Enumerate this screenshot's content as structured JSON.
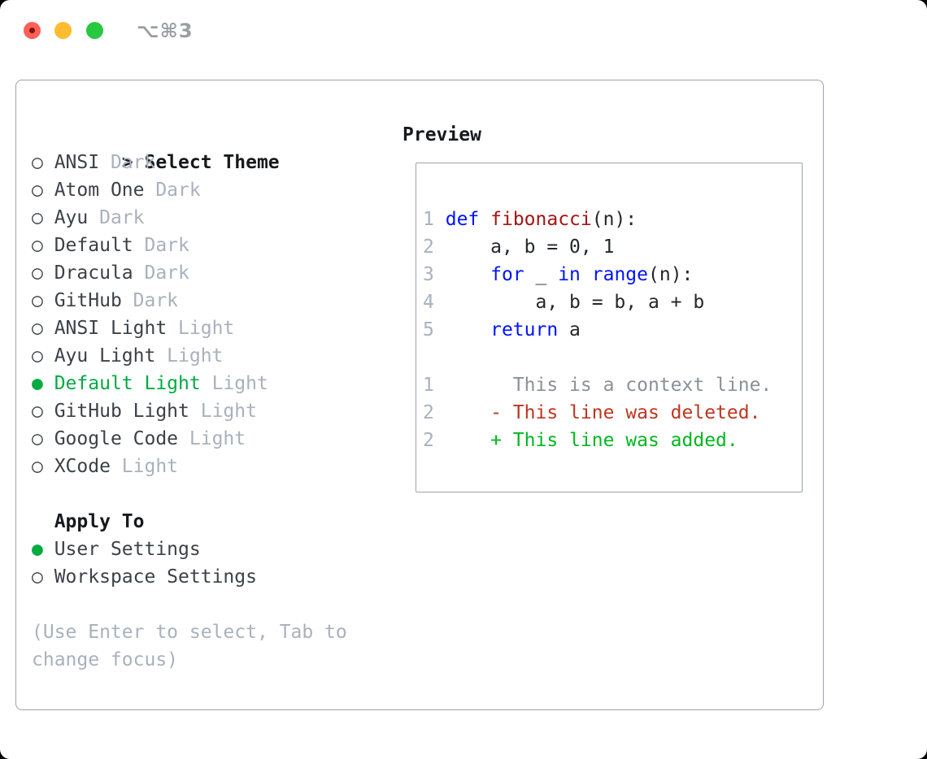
{
  "window": {
    "title": "⌥⌘3"
  },
  "icons": {
    "prompt": ">",
    "radio_unselected": "○",
    "radio_selected": "●",
    "close_button": "red-circle",
    "minimize_button": "yellow-circle",
    "zoom_button": "green-circle"
  },
  "theme_list": {
    "header": "Select Theme",
    "items": [
      {
        "name": "ANSI",
        "variant": "Dark",
        "selected": false
      },
      {
        "name": "Atom One",
        "variant": "Dark",
        "selected": false
      },
      {
        "name": "Ayu",
        "variant": "Dark",
        "selected": false
      },
      {
        "name": "Default",
        "variant": "Dark",
        "selected": false
      },
      {
        "name": "Dracula",
        "variant": "Dark",
        "selected": false
      },
      {
        "name": "GitHub",
        "variant": "Dark",
        "selected": false
      },
      {
        "name": "ANSI Light",
        "variant": "Light",
        "selected": false
      },
      {
        "name": "Ayu Light",
        "variant": "Light",
        "selected": false
      },
      {
        "name": "Default Light",
        "variant": "Light",
        "selected": true
      },
      {
        "name": "GitHub Light",
        "variant": "Light",
        "selected": false
      },
      {
        "name": "Google Code",
        "variant": "Light",
        "selected": false
      },
      {
        "name": "XCode",
        "variant": "Light",
        "selected": false
      }
    ]
  },
  "apply_to": {
    "header": "Apply To",
    "options": [
      {
        "label": "User Settings",
        "selected": true
      },
      {
        "label": "Workspace Settings",
        "selected": false
      }
    ]
  },
  "hint": "(Use Enter to select, Tab to\nchange focus)",
  "preview": {
    "title": "Preview",
    "lines": [
      [
        {
          "c": "num",
          "s": "1"
        },
        {
          "c": "code",
          "s": " "
        },
        {
          "c": "kw",
          "s": "def"
        },
        {
          "c": "code",
          "s": " "
        },
        {
          "c": "fn",
          "s": "fibonacci"
        },
        {
          "c": "code",
          "s": "(n):"
        }
      ],
      [
        {
          "c": "num",
          "s": "2"
        },
        {
          "c": "code",
          "s": "     a, b = 0, 1"
        }
      ],
      [
        {
          "c": "num",
          "s": "3"
        },
        {
          "c": "code",
          "s": "     "
        },
        {
          "c": "kw",
          "s": "for"
        },
        {
          "c": "code",
          "s": " _ "
        },
        {
          "c": "kw",
          "s": "in"
        },
        {
          "c": "code",
          "s": " "
        },
        {
          "c": "kw",
          "s": "range"
        },
        {
          "c": "code",
          "s": "(n):"
        }
      ],
      [
        {
          "c": "num",
          "s": "4"
        },
        {
          "c": "code",
          "s": "         a, b = b, a + b"
        }
      ],
      [
        {
          "c": "num",
          "s": "5"
        },
        {
          "c": "code",
          "s": "     "
        },
        {
          "c": "kw",
          "s": "return"
        },
        {
          "c": "code",
          "s": " a"
        }
      ],
      [],
      [
        {
          "c": "num",
          "s": "1"
        },
        {
          "c": "ctx",
          "s": "       This is a context line."
        }
      ],
      [
        {
          "c": "num",
          "s": "2"
        },
        {
          "c": "del",
          "s": "     - This line was deleted."
        }
      ],
      [
        {
          "c": "num",
          "s": "2"
        },
        {
          "c": "add",
          "s": "     + This line was added."
        }
      ]
    ]
  },
  "colors": {
    "border": "#9aa3ae",
    "heading": "#17191d",
    "text": "#3c4148",
    "muted": "#a9b1bc",
    "context": "#8b9199",
    "green": "#00ab41",
    "kwblue": "#0013ff",
    "fnred": "#a31515",
    "delred": "#c0351f",
    "addgreen": "#00b71f",
    "codetext": "#24272c",
    "tlred": "#ff5f57",
    "tldot": "#7d150e",
    "tlyellow": "#febc2e",
    "tlgreen": "#28c840",
    "titlegray": "#9b9fa4"
  }
}
